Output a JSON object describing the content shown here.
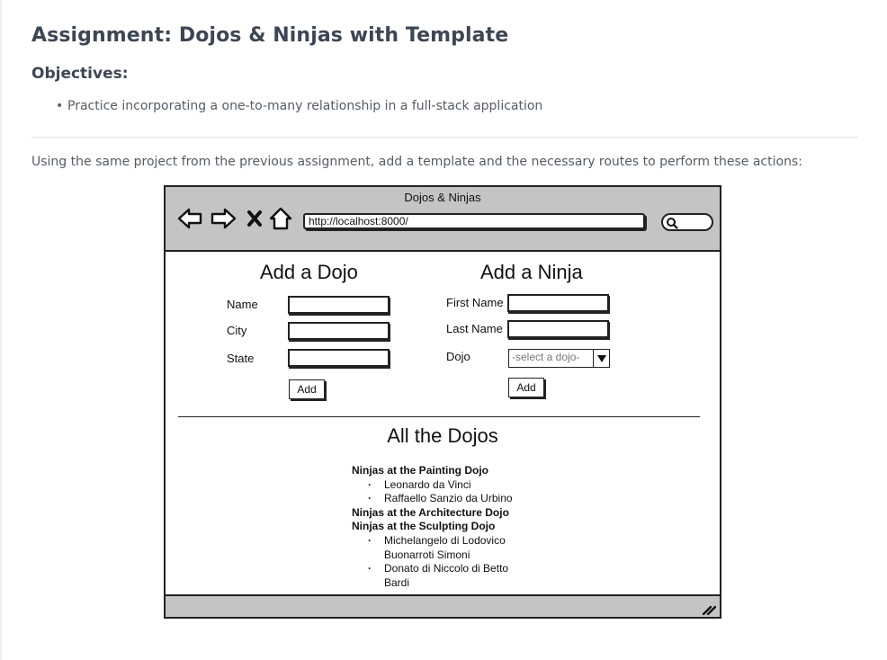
{
  "page": {
    "title": "Assignment: Dojos & Ninjas with Template",
    "objectives_heading": "Objectives:",
    "objectives": [
      "Practice incorporating a one-to-many relationship in a full-stack application"
    ],
    "intro": "Using the same project from the previous assignment, add a template and the necessary routes to perform these actions:"
  },
  "mockup": {
    "window_title": "Dojos & Ninjas",
    "url": "http://localhost:8000/",
    "nav_icons": [
      "back-arrow-icon",
      "forward-arrow-icon",
      "close-x-icon",
      "home-icon",
      "search-icon"
    ],
    "add_dojo": {
      "title": "Add a Dojo",
      "fields": [
        "Name",
        "City",
        "State"
      ],
      "button": "Add"
    },
    "add_ninja": {
      "title": "Add a Ninja",
      "fields": [
        "First Name",
        "Last Name"
      ],
      "dojo_label": "Dojo",
      "dojo_select": "-select a dojo-",
      "button": "Add"
    },
    "all_dojos": {
      "title": "All the Dojos",
      "dojos": [
        {
          "heading": "Ninjas at the Painting Dojo",
          "ninjas": [
            "Leonardo da Vinci",
            "Raffaello Sanzio da Urbino"
          ]
        },
        {
          "heading": "Ninjas at the Architecture Dojo",
          "ninjas": []
        },
        {
          "heading": "Ninjas at the Sculpting Dojo",
          "ninjas": [
            "Michelangelo di Lodovico\nBuonarroti Simoni",
            "Donato di Niccolo di Betto\nBardi"
          ]
        }
      ]
    }
  }
}
